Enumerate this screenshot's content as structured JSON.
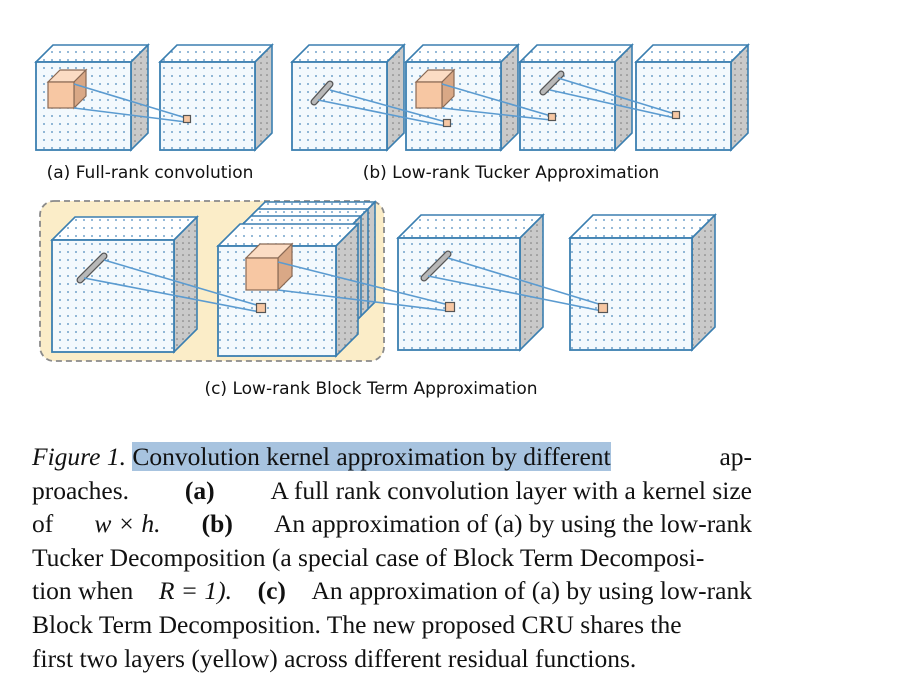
{
  "figure": {
    "subcaption_a": "(a) Full-rank convolution",
    "subcaption_b": "(b) Low-rank Tucker Approximation",
    "subcaption_c": "(c) Low-rank Block Term Approximation"
  },
  "caption": {
    "label": "Figure 1.",
    "highlighted": "Convolution kernel approximation by different",
    "line1_rest": "ap-",
    "line2": [
      "proaches.",
      "(a)",
      "A full rank convolution layer with a kernel size"
    ],
    "line3": [
      "of",
      "w × h.",
      "(b)",
      "An approximation of (a) by using the low-rank"
    ],
    "line4": "Tucker Decomposition (a special case of Block Term Decomposi-",
    "line5": [
      "tion when",
      "R = 1).",
      "(c)",
      "An approximation of (a) by using low-rank"
    ],
    "line6": "Block Term Decomposition. The new proposed CRU shares the",
    "line7": "first two layers (yellow) across different residual functions."
  },
  "colors": {
    "cube_face": "#f3f9fd",
    "cube_edge": "#3b7fb0",
    "cube_side": "#c9c9c9",
    "kernel": "#f7c7a3",
    "connector": "#5b9bd0",
    "shared_panel": "#fbedc8",
    "highlight": "#a7c3df"
  }
}
